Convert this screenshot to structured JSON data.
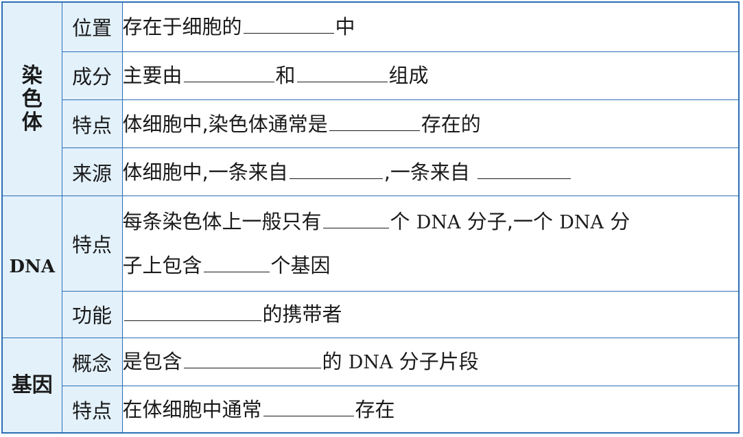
{
  "categories": {
    "chromosome": "染色体",
    "dna": "DNA",
    "gene": "基因"
  },
  "rows": {
    "r1": {
      "attr": "位置",
      "p1": "存在于细胞的",
      "p2": "中"
    },
    "r2": {
      "attr": "成分",
      "p1": "主要由",
      "p2": "和",
      "p3": "组成"
    },
    "r3": {
      "attr": "特点",
      "p1": "体细胞中,染色体通常是",
      "p2": "存在的"
    },
    "r4": {
      "attr": "来源",
      "p1": "体细胞中,一条来自",
      "p2": ",一条来自"
    },
    "r5": {
      "attr": "特点",
      "p1": "每条染色体上一般只有",
      "p2a": "个",
      "p2b": "DNA",
      "p2c": "分子,一个",
      "p2d": "DNA",
      "p2e": "分",
      "p3": "子上包含",
      "p4": "个基因"
    },
    "r6": {
      "attr": "功能",
      "p1": "的携带者"
    },
    "r7": {
      "attr": "概念",
      "p1": "是包含",
      "p2a": "的",
      "p2b": "DNA",
      "p2c": "分子片段"
    },
    "r8": {
      "attr": "特点",
      "p1": "在体细胞中通常",
      "p2": "存在"
    }
  }
}
